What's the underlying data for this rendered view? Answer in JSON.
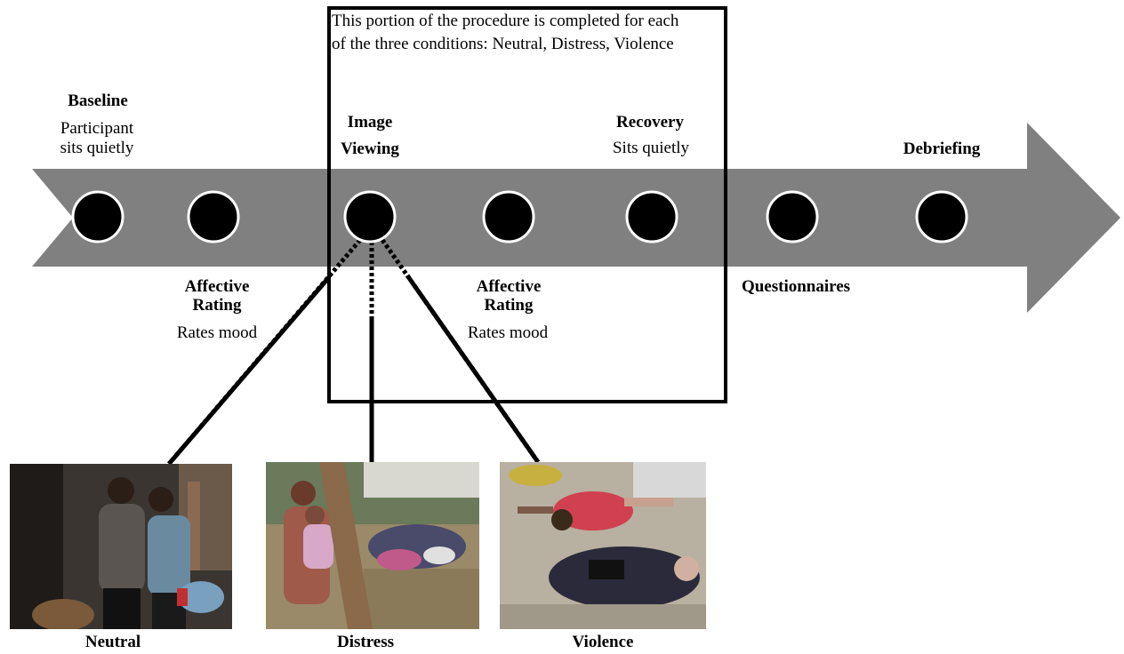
{
  "box_note": {
    "line1": "This portion of the procedure is completed for each",
    "line2": "of the three conditions: Neutral, Distress, Violence"
  },
  "steps": {
    "baseline": {
      "title": "Baseline",
      "line1": "Participant",
      "line2": "sits quietly"
    },
    "image_viewing": {
      "title1": "Image",
      "title2": "Viewing"
    },
    "recovery": {
      "title": "Recovery",
      "sub": "Sits quietly"
    },
    "debriefing": {
      "title": "Debriefing"
    },
    "affective_rating_1": {
      "title1": "Affective",
      "title2": "Rating",
      "sub": "Rates mood"
    },
    "affective_rating_2": {
      "title1": "Affective",
      "title2": "Rating",
      "sub": "Rates mood"
    },
    "questionnaires": {
      "title": "Questionnaires"
    }
  },
  "conditions": {
    "neutral": {
      "label": "Neutral"
    },
    "distress": {
      "label": "Distress"
    },
    "violence": {
      "label": "Violence"
    }
  },
  "colors": {
    "arrow": "#808080",
    "node_fill": "#000000",
    "node_ring": "#ffffff",
    "lines": "#000000"
  }
}
